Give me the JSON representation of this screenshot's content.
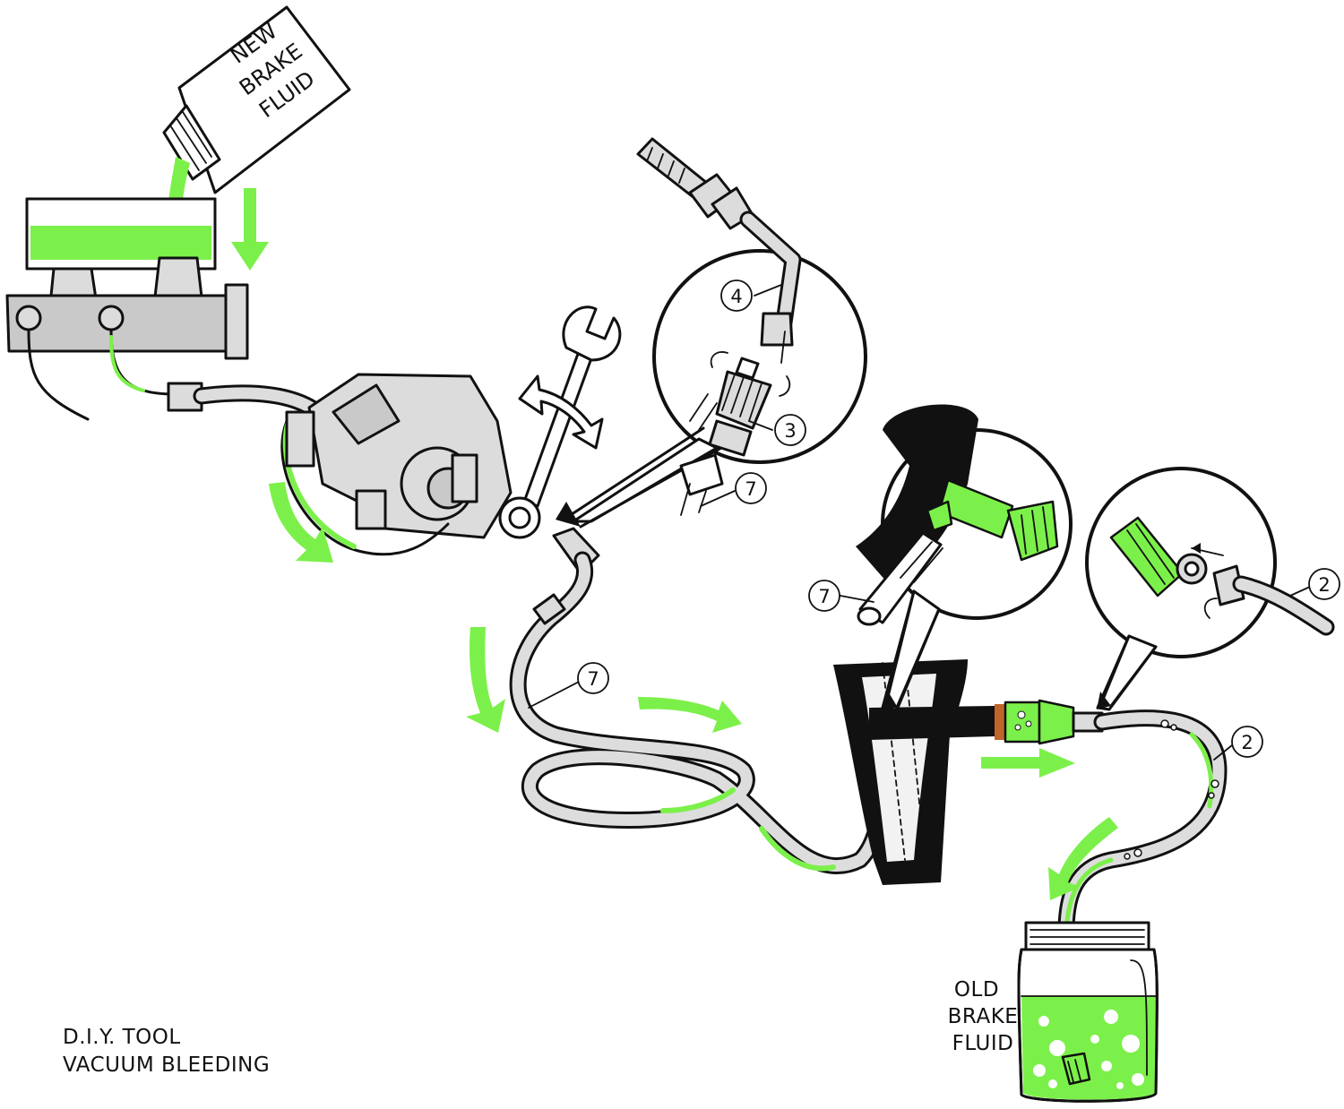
{
  "bottle": {
    "line1": "NEW",
    "line2": "BRAKE",
    "line3": "FLUID"
  },
  "jar": {
    "line1": "OLD",
    "line2": "BRAKE",
    "line3": "FLUID"
  },
  "caption": {
    "line1": "D.I.Y. TOOL",
    "line2": "VACUUM BLEEDING"
  },
  "part_numbers": {
    "adapter_hose": "4",
    "bleeder_adapter": "3",
    "vacuum_hose_top": "7",
    "vacuum_hose_pump": "7",
    "vacuum_hose_main": "7",
    "reservoir_hose_callout": "2",
    "reservoir_hose": "2"
  },
  "colors": {
    "fluid": "#7cf04a",
    "line": "#111111",
    "metal": "#dcdcdc"
  }
}
